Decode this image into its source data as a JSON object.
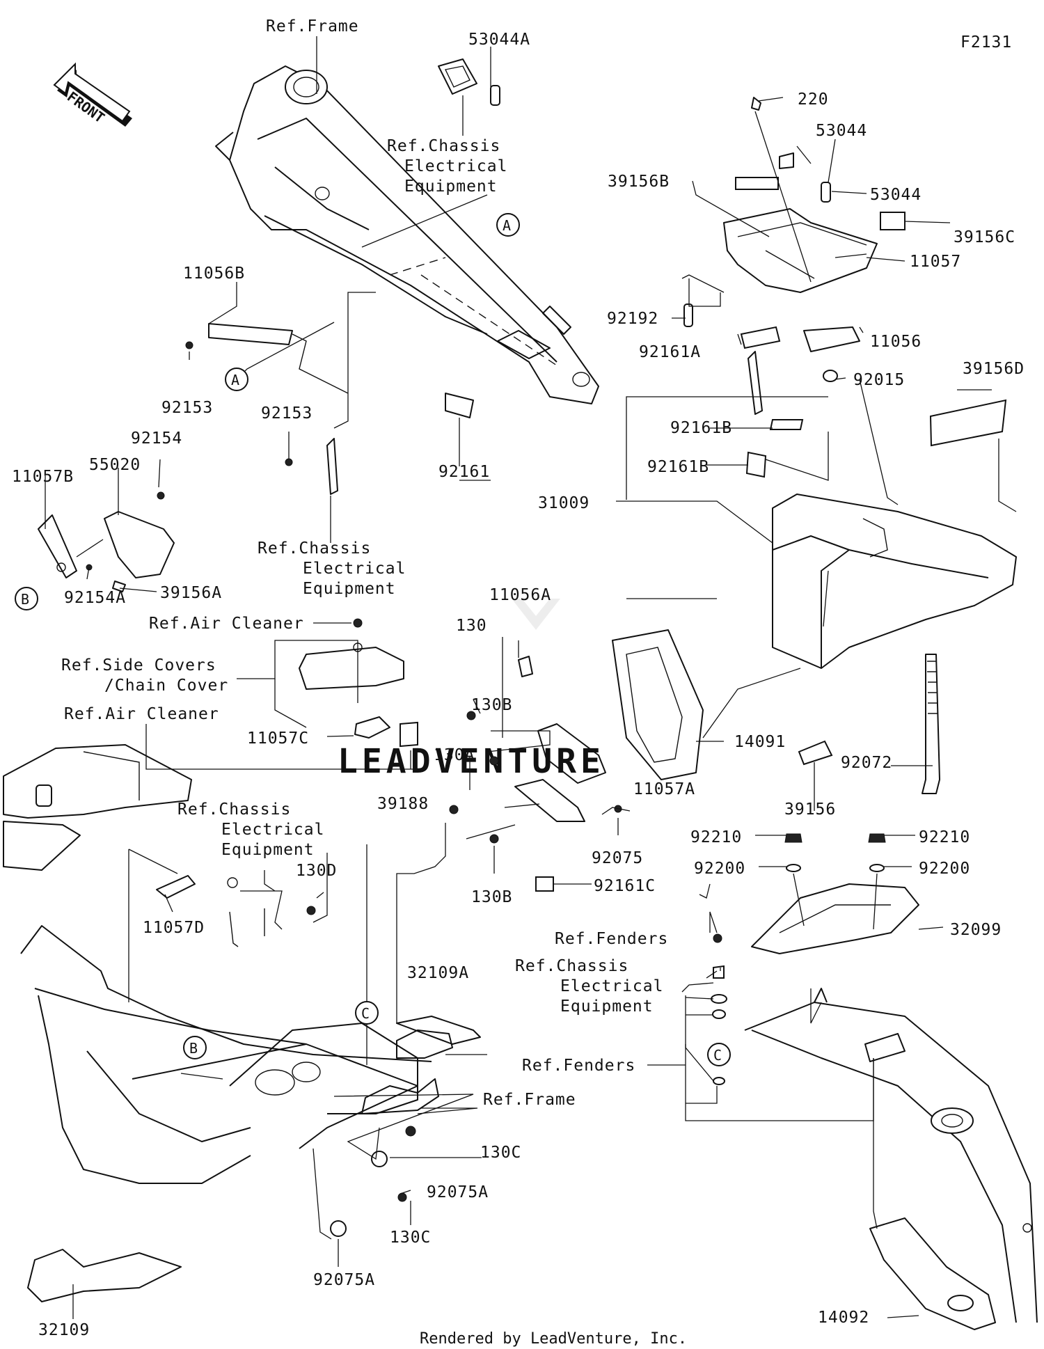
{
  "figure_code": "F2131",
  "front_label": "FRONT",
  "watermark": "LEADVENTURE",
  "footer": "Rendered by LeadVenture, Inc.",
  "callouts": {
    "a": "A",
    "b": "B",
    "c": "C"
  },
  "labels": {
    "ref_frame_top": "Ref.Frame",
    "ref_frame_bottom": "Ref.Frame",
    "p53044A": "53044A",
    "ref_chassis_1": [
      "Ref.Chassis",
      "Electrical",
      "Equipment"
    ],
    "ref_chassis_2": [
      "Ref.Chassis",
      "Electrical",
      "Equipment"
    ],
    "ref_chassis_3": [
      "Ref.Chassis",
      "Electrical",
      "Equipment"
    ],
    "ref_chassis_4": [
      "Ref.Chassis",
      "Electrical",
      "Equipment"
    ],
    "p220": "220",
    "p53044_a": "53044",
    "p53044_b": "53044",
    "p39156B": "39156B",
    "p39156C": "39156C",
    "p11057": "11057",
    "p92192": "92192",
    "p92161A": "92161A",
    "p11056": "11056",
    "p92015": "92015",
    "p39156D": "39156D",
    "p11056B": "11056B",
    "p92153_a": "92153",
    "p92153_b": "92153",
    "p92161": "92161",
    "p92161B_a": "92161B",
    "p92161B_b": "92161B",
    "p31009": "31009",
    "p11057B": "11057B",
    "p55020": "55020",
    "p92154": "92154",
    "p92154A": "92154A",
    "p39156A": "39156A",
    "ref_air_cleaner_1": "Ref.Air Cleaner",
    "ref_air_cleaner_2": "Ref.Air Cleaner",
    "ref_side_covers": [
      "Ref.Side Covers",
      "/Chain Cover"
    ],
    "p11057C": "11057C",
    "p39188": "39188",
    "p11056A": "11056A",
    "p130": "130",
    "p130B_a": "130B",
    "p130B_b": "130B",
    "p130A": "130A",
    "p14091": "14091",
    "p11057A": "11057A",
    "p92075": "92075",
    "p92161C": "92161C",
    "p39156": "39156",
    "p92072": "92072",
    "p92210_a": "92210",
    "p92210_b": "92210",
    "p92200_a": "92200",
    "p92200_b": "92200",
    "p32099": "32099",
    "ref_fenders_1": "Ref.Fenders",
    "ref_fenders_2": "Ref.Fenders",
    "p130D": "130D",
    "p11057D": "11057D",
    "p32109A": "32109A",
    "p130C_a": "130C",
    "p130C_b": "130C",
    "p92075A_a": "92075A",
    "p92075A_b": "92075A",
    "p32109": "32109",
    "p14092": "14092"
  }
}
